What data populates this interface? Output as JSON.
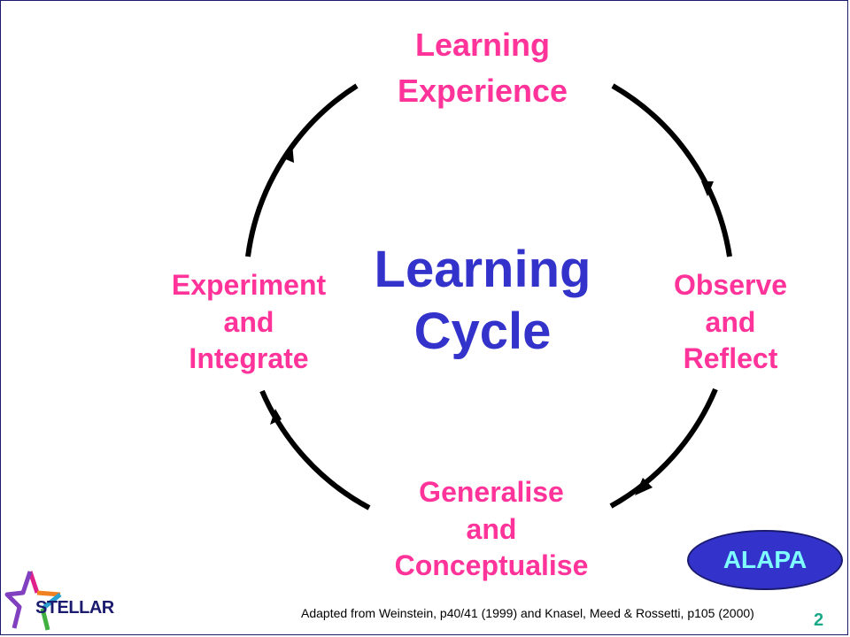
{
  "diagram": {
    "center_title": [
      "Learning",
      "Cycle"
    ],
    "stages": {
      "top": [
        "Learning",
        "Experience"
      ],
      "right": [
        "Observe",
        "and",
        "Reflect"
      ],
      "bottom": [
        "Generalise",
        "and",
        "Conceptualise"
      ],
      "left": [
        "Experiment",
        "and",
        "Integrate"
      ]
    },
    "colors": {
      "stage_text": "#ff3399",
      "center_title": "#3333cc",
      "arrows": "#000000",
      "badge_fill": "#3333cc",
      "badge_text": "#7fffff"
    }
  },
  "badge": "ALAPA",
  "caption": "Adapted from Weinstein, p40/41  (1999) and Knasel, Meed & Rossetti, p105 (2000)",
  "page_number": "2",
  "logo": {
    "text": "STELLAR",
    "icon": "star-logo-icon"
  }
}
